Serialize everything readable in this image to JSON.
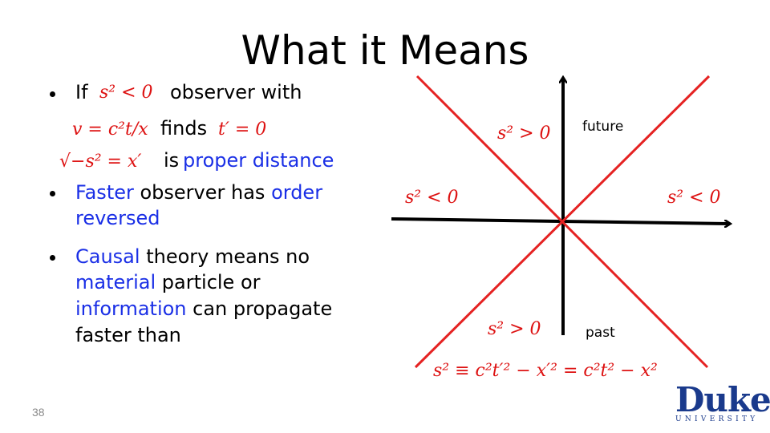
{
  "slide": {
    "title": "What it Means",
    "number": "38"
  },
  "bullets": {
    "b1": {
      "if": "If",
      "cond": "s² < 0",
      "rest": "observer with"
    },
    "b1_line2": {
      "v": "v = c²t/x",
      "finds": "finds",
      "tprime": "t′ = 0"
    },
    "b1_line3": {
      "sqrt": "√−s² = x′",
      "is": "is",
      "proper": "proper distance"
    },
    "b2": {
      "faster": "Faster",
      "mid": " observer has ",
      "order": "order",
      "reversed": "reversed"
    },
    "b3": {
      "causal": "Causal",
      "mid1": " theory means no",
      "material": "material",
      "mid2": " particle or",
      "information": "information",
      "mid3": " can propagate",
      "line4": "faster than"
    }
  },
  "diagram": {
    "future": "future",
    "past": "past",
    "top_region": "s² > 0",
    "bottom_region": "s² > 0",
    "left_region": "s² < 0",
    "right_region": "s² < 0",
    "invariant": "s² ≡ c²t′² − x′² = c²t² − x²"
  },
  "logo": {
    "name": "Duke",
    "sub": "UNIVERSITY"
  },
  "colors": {
    "red": "#e52222",
    "blue": "#1a2fe6",
    "duke_blue": "#1a3a8c"
  }
}
